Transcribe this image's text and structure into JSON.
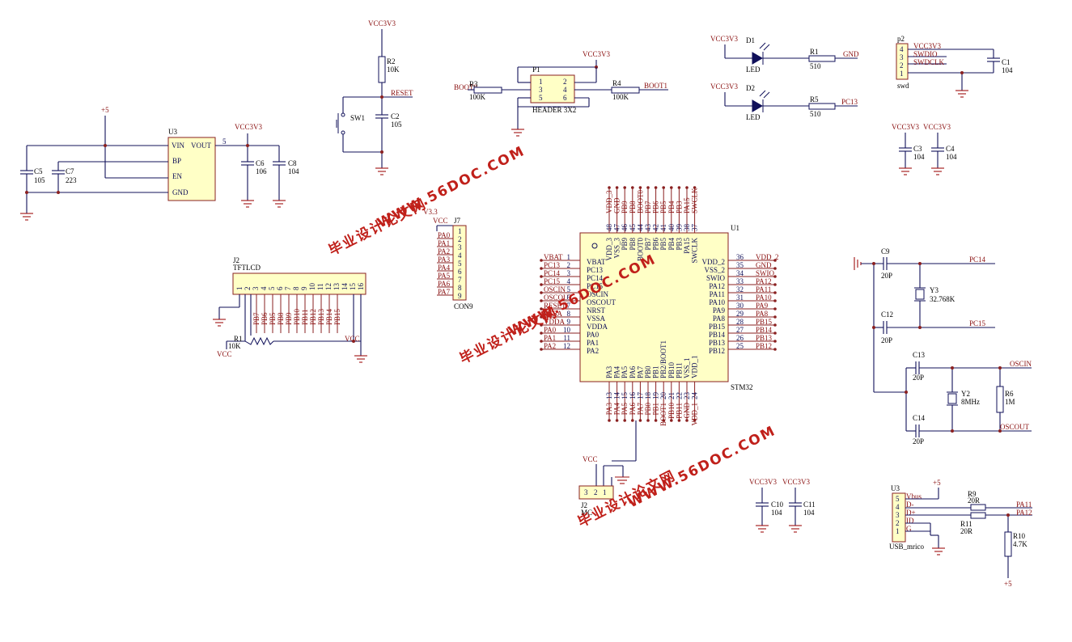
{
  "watermark": {
    "text1": "WWW.56DOC.COM",
    "text2": "毕业设计论文网",
    "color": "#c0201a"
  },
  "u3": {
    "ref": "U3",
    "pins": [
      "VIN",
      "VOUT",
      "BP",
      "EN",
      "GND"
    ],
    "vout_pin": "5",
    "supply": "+5",
    "rail": "VCC3V3",
    "caps": [
      {
        "ref": "C5",
        "value": "105"
      },
      {
        "ref": "C7",
        "value": "223"
      },
      {
        "ref": "C6",
        "value": "106"
      },
      {
        "ref": "C8",
        "value": "104"
      }
    ]
  },
  "reset": {
    "rail": "VCC3V3",
    "r_ref": "R2",
    "r_value": "10K",
    "sw": "SW1",
    "net": "RESET",
    "c_ref": "C2",
    "c_value": "105"
  },
  "boot": {
    "rail": "VCC3V3",
    "header_ref": "P1",
    "header_name": "HEADER 3X2",
    "pins_left": [
      "1",
      "3",
      "5"
    ],
    "pins_right": [
      "2",
      "4",
      "6"
    ],
    "r3_ref": "R3",
    "r3_value": "100K",
    "net0": "BOOT0",
    "r4_ref": "R4",
    "r4_value": "100K",
    "net1": "BOOT1"
  },
  "leds": [
    {
      "rail": "VCC3V3",
      "ref": "D1",
      "type": "LED",
      "r_ref": "R1",
      "r_value": "510",
      "net": "GND"
    },
    {
      "rail": "VCC3V3",
      "ref": "D2",
      "type": "LED",
      "r_ref": "R5",
      "r_value": "510",
      "net": "PC13"
    }
  ],
  "swd": {
    "ref": "p2",
    "name": "swd",
    "pins": [
      "4",
      "3",
      "2",
      "1"
    ],
    "nets": [
      "VCC3V3",
      "SWDIO",
      "SWDCLK"
    ],
    "c_ref": "C1",
    "c_value": "104"
  },
  "decap_top": [
    {
      "rail": "VCC3V3",
      "ref": "C3",
      "value": "104"
    },
    {
      "rail": "VCC3V3",
      "ref": "C4",
      "value": "104"
    }
  ],
  "decap_bottom": [
    {
      "rail": "VCC3V3",
      "ref": "C10",
      "value": "104"
    },
    {
      "rail": "VCC3V3",
      "ref": "C11",
      "value": "104"
    }
  ],
  "lcd": {
    "ref": "J2",
    "name": "TFTLCD",
    "pins": [
      "1",
      "2",
      "3",
      "4",
      "5",
      "6",
      "7",
      "8",
      "9",
      "10",
      "11",
      "12",
      "13",
      "14",
      "15",
      "16"
    ],
    "nets": [
      "PB7",
      "PB6",
      "PB5",
      "PB8",
      "PB9",
      "PB10",
      "PB11",
      "PB12",
      "PB13",
      "PB14",
      "PB15"
    ],
    "r_ref": "R1",
    "r_value": "10K",
    "vcc1": "VCC",
    "vcc2": "VCC"
  },
  "j7": {
    "ref": "J7",
    "name": "CON9",
    "rail_top": "V3.3",
    "rail": "VCC",
    "pins": [
      "1",
      "2",
      "3",
      "4",
      "5",
      "6",
      "7",
      "8",
      "9"
    ],
    "nets": [
      "PA0",
      "PA1",
      "PA2",
      "PA3",
      "PA4",
      "PA5",
      "PA6",
      "PA7"
    ]
  },
  "mcu": {
    "ref": "U1",
    "name": "STM32",
    "left_pins": [
      {
        "num": "1",
        "name": "VBAT",
        "net": "VBAT"
      },
      {
        "num": "2",
        "name": "PC13",
        "net": "PC13"
      },
      {
        "num": "3",
        "name": "PC14",
        "net": "PC14"
      },
      {
        "num": "4",
        "name": "PC15",
        "net": "PC15"
      },
      {
        "num": "5",
        "name": "OSCIN",
        "net": "OSCIN"
      },
      {
        "num": "6",
        "name": "OSCOUT",
        "net": "OSCOUT"
      },
      {
        "num": "7",
        "name": "NRST",
        "net": "RESET"
      },
      {
        "num": "8",
        "name": "VSSA",
        "net": "VSSA"
      },
      {
        "num": "9",
        "name": "VDDA",
        "net": "VDDA"
      },
      {
        "num": "10",
        "name": "PA0",
        "net": "PA0"
      },
      {
        "num": "11",
        "name": "PA1",
        "net": "PA1"
      },
      {
        "num": "12",
        "name": "PA2",
        "net": "PA2"
      }
    ],
    "right_pins": [
      {
        "num": "36",
        "name": "VDD_2",
        "net": "VDD_2"
      },
      {
        "num": "35",
        "name": "VSS_2",
        "net": "GND"
      },
      {
        "num": "34",
        "name": "SWIO",
        "net": "SWIO"
      },
      {
        "num": "33",
        "name": "PA12",
        "net": "PA12"
      },
      {
        "num": "32",
        "name": "PA11",
        "net": "PA11"
      },
      {
        "num": "31",
        "name": "PA10",
        "net": "PA10"
      },
      {
        "num": "30",
        "name": "PA9",
        "net": "PA9"
      },
      {
        "num": "29",
        "name": "PA8",
        "net": "PA8"
      },
      {
        "num": "28",
        "name": "PB15",
        "net": "PB15"
      },
      {
        "num": "27",
        "name": "PB14",
        "net": "PB14"
      },
      {
        "num": "26",
        "name": "PB13",
        "net": "PB13"
      },
      {
        "num": "25",
        "name": "PB12",
        "net": "PB12"
      }
    ],
    "top_pins": [
      {
        "num": "48",
        "name": "VDD_3",
        "net": "VDD_3"
      },
      {
        "num": "47",
        "name": "VSS_3",
        "net": "GND"
      },
      {
        "num": "46",
        "name": "PB9",
        "net": "PB9"
      },
      {
        "num": "45",
        "name": "PB8",
        "net": "PB8"
      },
      {
        "num": "44",
        "name": "BOOT0",
        "net": "BOOT0"
      },
      {
        "num": "43",
        "name": "PB7",
        "net": "PB7"
      },
      {
        "num": "42",
        "name": "PB6",
        "net": "PB6"
      },
      {
        "num": "41",
        "name": "PB5",
        "net": "PB5"
      },
      {
        "num": "40",
        "name": "PB4",
        "net": "PB4"
      },
      {
        "num": "39",
        "name": "PB3",
        "net": "PB3"
      },
      {
        "num": "38",
        "name": "PA15",
        "net": "PA15"
      },
      {
        "num": "37",
        "name": "SWCLK",
        "net": "SWCLK"
      }
    ],
    "bottom_pins": [
      {
        "num": "13",
        "name": "PA3",
        "net": "PA3"
      },
      {
        "num": "14",
        "name": "PA4",
        "net": "PA4"
      },
      {
        "num": "15",
        "name": "PA5",
        "net": "PA5"
      },
      {
        "num": "16",
        "name": "PA6",
        "net": "PA6"
      },
      {
        "num": "17",
        "name": "PA7",
        "net": "PA7"
      },
      {
        "num": "18",
        "name": "PB0",
        "net": "PB0"
      },
      {
        "num": "19",
        "name": "PB1",
        "net": "PB1"
      },
      {
        "num": "20",
        "name": "PB2/BOOT1",
        "net": "BOOT1"
      },
      {
        "num": "21",
        "name": "PB10",
        "net": "PB10"
      },
      {
        "num": "22",
        "name": "PB11",
        "net": "PB11"
      },
      {
        "num": "23",
        "name": "VSS_1",
        "net": "GND"
      },
      {
        "num": "24",
        "name": "VDD_1",
        "net": "VDD_1"
      }
    ]
  },
  "micro_conn": {
    "ref": "J2",
    "name": "MC",
    "rail": "VCC",
    "pins": [
      "3",
      "2",
      "1"
    ]
  },
  "crystals": {
    "c9": {
      "ref": "C9",
      "value": "20P"
    },
    "c12": {
      "ref": "C12",
      "value": "20P"
    },
    "y3": {
      "ref": "Y3",
      "value": "32.768K"
    },
    "net_a": "PC14",
    "net_b": "PC15",
    "c13": {
      "ref": "C13",
      "value": "20P"
    },
    "c14": {
      "ref": "C14",
      "value": "20P"
    },
    "y2": {
      "ref": "Y2",
      "value": "8MHz"
    },
    "r6": {
      "ref": "R6",
      "value": "1M"
    },
    "net_c": "OSCIN",
    "net_d": "OSCOUT"
  },
  "usb": {
    "ref": "U3",
    "name": "USB_mrico",
    "pins": [
      "5",
      "4",
      "3",
      "2",
      "1"
    ],
    "sigs": [
      "Vbus",
      "D-",
      "D+",
      "ID",
      "G"
    ],
    "supply": "+5",
    "r9": {
      "ref": "R9",
      "value": "20R"
    },
    "r11": {
      "ref": "R11",
      "value": "20R"
    },
    "r10": {
      "ref": "R10",
      "value": "4.7K"
    },
    "net_a": "PA11",
    "net_b": "PA12",
    "supply_bottom": "+5"
  }
}
